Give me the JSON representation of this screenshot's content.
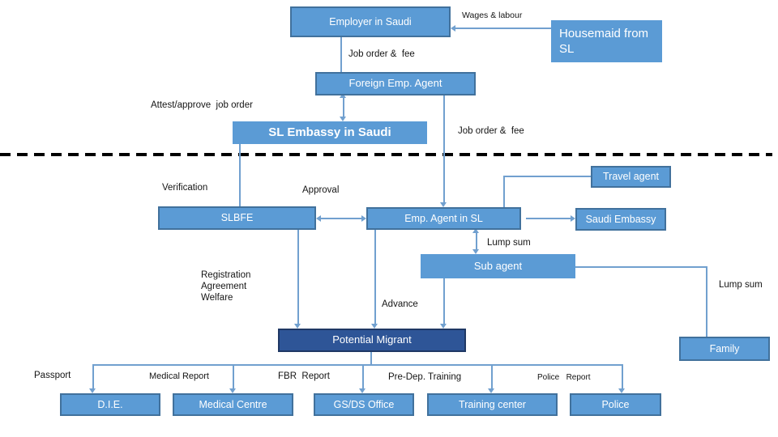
{
  "colors": {
    "box_fill": "#5b9bd5",
    "box_border": "#41719c",
    "dark_box_fill": "#2e5597",
    "dark_box_border": "#1f3864",
    "connector": "#71a0cf",
    "divider": "#000000",
    "box_text": "#ffffff",
    "label_text": "#151515",
    "background": "#ffffff"
  },
  "boxes": {
    "employer": "Employer in Saudi",
    "housemaid": "Housemaid from SL",
    "foreign_agent": "Foreign Emp. Agent",
    "sl_embassy": "SL Embassy in Saudi",
    "travel_agent": "Travel  agent",
    "slbfe": "SLBFE",
    "emp_agent_sl": "Emp. Agent in SL",
    "saudi_embassy": "Saudi Embassy",
    "sub_agent": "Sub agent",
    "potential_migrant": "Potential Migrant",
    "family": "Family",
    "die": "D.I.E.",
    "medical_centre": "Medical Centre",
    "gsds_office": "GS/DS Office",
    "training_center": "Training center",
    "police": "Police"
  },
  "labels": {
    "wages_labour": "Wages & labour",
    "job_order_fee_top": "Job order &  fee",
    "attest_approve": "Attest/approve  job order",
    "job_order_fee_right": "Job order &  fee",
    "verification": "Verification",
    "approval": "Approval",
    "lump_sum_mid": "Lump sum",
    "registration_agreement_welfare": "Registration\nAgreement\nWelfare",
    "lump_sum_right": "Lump sum",
    "advance": "Advance",
    "passport": "Passport",
    "medical_report": "Medical Report",
    "fbr_report": "FBR  Report",
    "pre_dep_training": "Pre-Dep. Training",
    "police_report": "Police   Report"
  }
}
